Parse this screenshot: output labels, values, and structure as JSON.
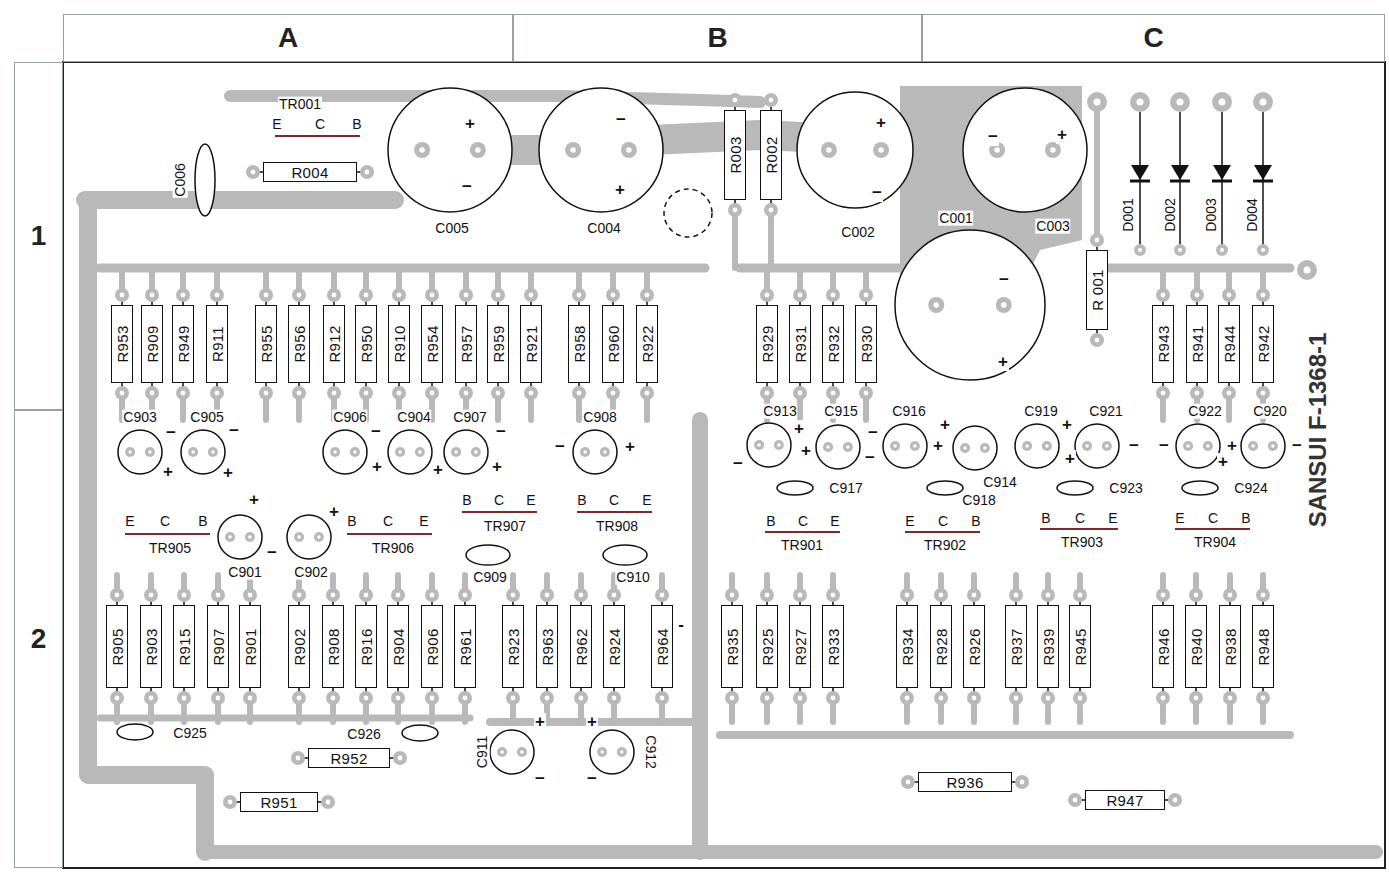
{
  "diagram": {
    "nodes": [
      {
        "text": [
          "A"
        ]
      },
      {
        "text": [
          "B"
        ]
      },
      {
        "text": [
          "C"
        ]
      },
      {
        "text": [
          "1"
        ]
      },
      {
        "text": [
          "2"
        ]
      },
      {
        "text": [
          "R004"
        ]
      },
      {
        "text": [
          "R003"
        ]
      },
      {
        "text": [
          "R002"
        ]
      },
      {
        "text": [
          "R 001"
        ]
      },
      {
        "text": [
          "R953"
        ]
      },
      {
        "text": [
          "R909"
        ]
      },
      {
        "text": [
          "R949"
        ]
      },
      {
        "text": [
          "R911"
        ]
      },
      {
        "text": [
          "R955"
        ]
      },
      {
        "text": [
          "R956"
        ]
      },
      {
        "text": [
          "R912"
        ]
      },
      {
        "text": [
          "R950"
        ]
      },
      {
        "text": [
          "R910"
        ]
      },
      {
        "text": [
          "R954"
        ]
      },
      {
        "text": [
          "R957"
        ]
      },
      {
        "text": [
          "R959"
        ]
      },
      {
        "text": [
          "R921"
        ]
      },
      {
        "text": [
          "R958"
        ]
      },
      {
        "text": [
          "R960"
        ]
      },
      {
        "text": [
          "R922"
        ]
      },
      {
        "text": [
          "R929"
        ]
      },
      {
        "text": [
          "R931"
        ]
      },
      {
        "text": [
          "R932"
        ]
      },
      {
        "text": [
          "R930"
        ]
      },
      {
        "text": [
          "R943"
        ]
      },
      {
        "text": [
          "R941"
        ]
      },
      {
        "text": [
          "R944"
        ]
      },
      {
        "text": [
          "R942"
        ]
      },
      {
        "text": [
          "R905"
        ]
      },
      {
        "text": [
          "R903"
        ]
      },
      {
        "text": [
          "R915"
        ]
      },
      {
        "text": [
          "R907"
        ]
      },
      {
        "text": [
          "R901"
        ]
      },
      {
        "text": [
          "R902"
        ]
      },
      {
        "text": [
          "R908"
        ]
      },
      {
        "text": [
          "R916"
        ]
      },
      {
        "text": [
          "R904"
        ]
      },
      {
        "text": [
          "R906"
        ]
      },
      {
        "text": [
          "R961"
        ]
      },
      {
        "text": [
          "R923"
        ]
      },
      {
        "text": [
          "R963"
        ]
      },
      {
        "text": [
          "R962"
        ]
      },
      {
        "text": [
          "R924"
        ]
      },
      {
        "text": [
          "R964"
        ]
      },
      {
        "text": [
          "R935"
        ]
      },
      {
        "text": [
          "R925"
        ]
      },
      {
        "text": [
          "R927"
        ]
      },
      {
        "text": [
          "R933"
        ]
      },
      {
        "text": [
          "R934"
        ]
      },
      {
        "text": [
          "R928"
        ]
      },
      {
        "text": [
          "R926"
        ]
      },
      {
        "text": [
          "R937"
        ]
      },
      {
        "text": [
          "R939"
        ]
      },
      {
        "text": [
          "R945"
        ]
      },
      {
        "text": [
          "R946"
        ]
      },
      {
        "text": [
          "R940"
        ]
      },
      {
        "text": [
          "R938"
        ]
      },
      {
        "text": [
          "R948"
        ]
      },
      {
        "text": [
          "R952"
        ]
      },
      {
        "text": [
          "R951"
        ]
      },
      {
        "text": [
          "R936"
        ]
      },
      {
        "text": [
          "R947"
        ]
      }
    ],
    "labels": [
      "TR001",
      "E",
      "C",
      "B",
      "C006",
      "C005",
      "+",
      "−",
      "C004",
      "−",
      "+",
      "C002",
      "+",
      "−",
      "C001",
      "−",
      "+",
      "C003",
      "−",
      "+",
      "D001",
      "D002",
      "D003",
      "D004",
      "C903",
      "−",
      "+",
      "C905",
      "−",
      "+",
      "C906",
      "−",
      "+",
      "C904",
      "+",
      "C907",
      "−",
      "+",
      "C908",
      "−",
      "+",
      "C913",
      "+",
      "−",
      "C915",
      "+",
      "−",
      "C916",
      "−",
      "+",
      "C914",
      "+",
      "C919",
      "+",
      "C921",
      "+",
      "−",
      "C922",
      "−",
      "+",
      "C920",
      "+",
      "−",
      "C917",
      "C918",
      "C923",
      "C924",
      "E",
      "C",
      "B",
      "TR905",
      "C901",
      "+",
      "−",
      "C902",
      "+",
      "B",
      "C",
      "E",
      "TR906",
      "B",
      "C",
      "E",
      "TR907",
      "B",
      "C",
      "E",
      "TR908",
      "C909",
      "C910",
      "B",
      "C",
      "E",
      "TR901",
      "E",
      "C",
      "B",
      "TR902",
      "B",
      "C",
      "E",
      "TR903",
      "E",
      "C",
      "B",
      "TR904",
      "SANSUI F-1368-1",
      "-",
      "C925",
      "C926",
      "C911",
      "+",
      "−",
      "C912",
      "+",
      "−"
    ]
  }
}
